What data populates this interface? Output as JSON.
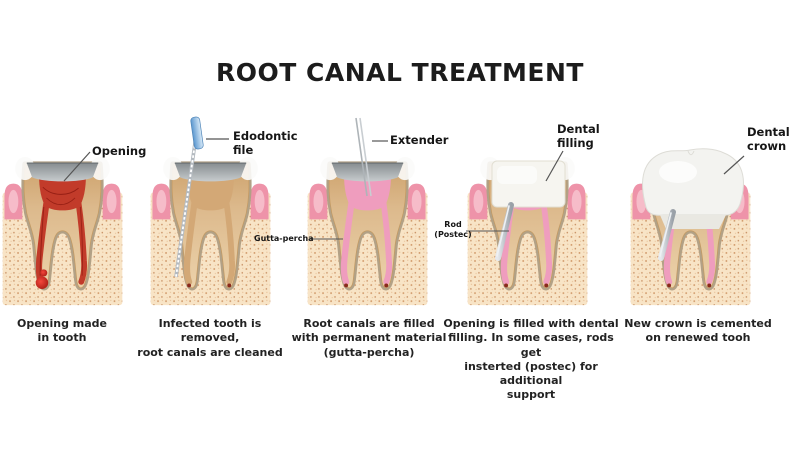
{
  "title": "ROOT CANAL TREATMENT",
  "stages": [
    {
      "name": "opening",
      "tool_label": "Opening",
      "caption": "Opening made\nin tooth"
    },
    {
      "name": "cleaning",
      "tool_label": "Edodontic\nfile",
      "caption": "Infected tooth is removed,\nroot canals are cleaned"
    },
    {
      "name": "canal-filling",
      "tool_label": "Extender",
      "sub_label": "Gutta-percha",
      "caption": "Root canals are filled\nwith permanent material\n(gutta-percha)"
    },
    {
      "name": "dental-filling",
      "tool_label": "Dental\nfilling",
      "sub_label": "Rod\n(Postec)",
      "caption": "Opening is filled with dental\nfilling. In some cases, rods get\ninsterted (postec) for additional\nsupport"
    },
    {
      "name": "crown",
      "tool_label": "Dental\ncrown",
      "caption": "New crown is cemented\non renewed tooh"
    }
  ],
  "colors": {
    "gum_pink": "#ee93a9",
    "gum_highlight": "#f6bcc9",
    "bone_base": "#f8e4c6",
    "bone_speckle": "#cf9666",
    "dentin_tan": "#d8b383",
    "ligament": "#b2a186",
    "infected_pulp": "#c23b2a",
    "abscess_red": "#d6281e",
    "cleaned_canal": "#d3a876",
    "gutta_percha_pink": "#ef9dbe",
    "file_handle_blue": "#6fa6d6",
    "tool_metal": "#b4bac0",
    "filling_white": "#f6f5f0",
    "crown_white": "#f3f3f0",
    "label_line": "#555555"
  }
}
